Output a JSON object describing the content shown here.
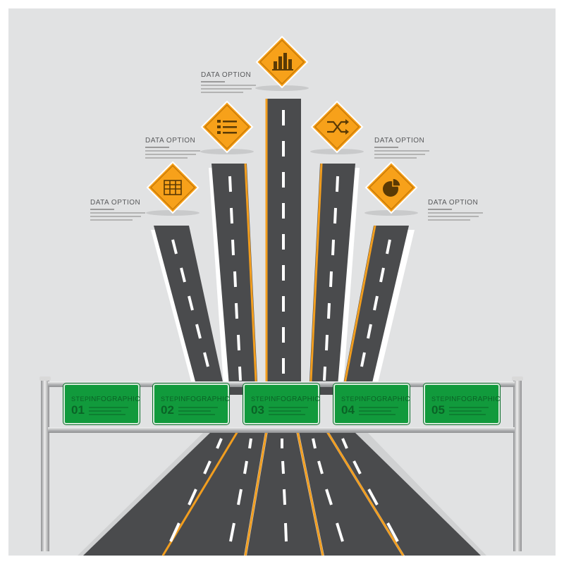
{
  "options": [
    {
      "title": "DATA OPTION",
      "icon": "calendar-grid-icon"
    },
    {
      "title": "DATA OPTION",
      "icon": "list-icon"
    },
    {
      "title": "DATA OPTION",
      "icon": "bar-chart-icon"
    },
    {
      "title": "DATA OPTION",
      "icon": "shuffle-icon"
    },
    {
      "title": "DATA OPTION",
      "icon": "pie-chart-icon"
    }
  ],
  "signs": [
    {
      "step": "STEP",
      "caption": "INFOGRAPHIC",
      "number": "01"
    },
    {
      "step": "STEP",
      "caption": "INFOGRAPHIC",
      "number": "02"
    },
    {
      "step": "STEP",
      "caption": "INFOGRAPHIC",
      "number": "03"
    },
    {
      "step": "STEP",
      "caption": "INFOGRAPHIC",
      "number": "04"
    },
    {
      "step": "STEP",
      "caption": "INFOGRAPHIC",
      "number": "05"
    }
  ],
  "colors": {
    "background": "#e1e2e3",
    "road": "#4a4b4d",
    "road_edge": "#f29e1f",
    "sign_diamond": "#f7a11a",
    "sign_green": "#119a3c",
    "pole": "#c8c9cb"
  }
}
